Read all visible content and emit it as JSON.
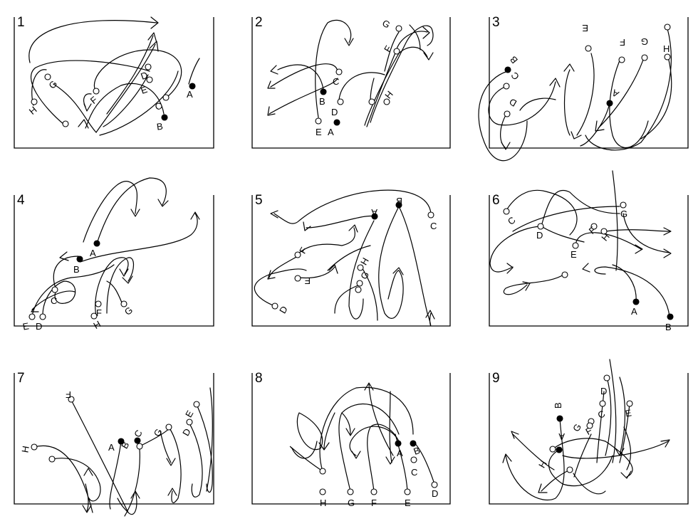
{
  "panels": [
    {
      "number": "1",
      "points": [
        {
          "label": "A",
          "filled": true
        },
        {
          "label": "B",
          "filled": true
        },
        {
          "label": "C",
          "filled": false
        },
        {
          "label": "D",
          "filled": false
        },
        {
          "label": "E",
          "filled": false
        },
        {
          "label": "F",
          "filled": false
        },
        {
          "label": "G",
          "filled": false
        },
        {
          "label": "H",
          "filled": false
        }
      ]
    },
    {
      "number": "2",
      "points": [
        {
          "label": "A",
          "filled": true
        },
        {
          "label": "B",
          "filled": true
        },
        {
          "label": "C",
          "filled": false
        },
        {
          "label": "D",
          "filled": false
        },
        {
          "label": "E",
          "filled": false
        },
        {
          "label": "F",
          "filled": false
        },
        {
          "label": "G",
          "filled": false
        },
        {
          "label": "H",
          "filled": false
        }
      ]
    },
    {
      "number": "3",
      "points": [
        {
          "label": "A",
          "filled": true
        },
        {
          "label": "B",
          "filled": true
        },
        {
          "label": "C",
          "filled": false
        },
        {
          "label": "D",
          "filled": false
        },
        {
          "label": "E",
          "filled": false
        },
        {
          "label": "F",
          "filled": false
        },
        {
          "label": "G",
          "filled": false
        },
        {
          "label": "H",
          "filled": false
        }
      ]
    },
    {
      "number": "4",
      "points": [
        {
          "label": "A",
          "filled": true
        },
        {
          "label": "B",
          "filled": true
        },
        {
          "label": "C",
          "filled": false
        },
        {
          "label": "D",
          "filled": false
        },
        {
          "label": "E",
          "filled": false
        },
        {
          "label": "F",
          "filled": false
        },
        {
          "label": "G",
          "filled": false
        },
        {
          "label": "H",
          "filled": false
        }
      ]
    },
    {
      "number": "5",
      "points": [
        {
          "label": "A",
          "filled": true
        },
        {
          "label": "B",
          "filled": true
        },
        {
          "label": "C",
          "filled": false
        },
        {
          "label": "D",
          "filled": false
        },
        {
          "label": "E",
          "filled": false
        },
        {
          "label": "F",
          "filled": false
        },
        {
          "label": "G",
          "filled": false
        },
        {
          "label": "H",
          "filled": false
        }
      ]
    },
    {
      "number": "6",
      "points": [
        {
          "label": "A",
          "filled": true
        },
        {
          "label": "B",
          "filled": true
        },
        {
          "label": "C",
          "filled": false
        },
        {
          "label": "D",
          "filled": false
        },
        {
          "label": "E",
          "filled": false
        },
        {
          "label": "F",
          "filled": false
        },
        {
          "label": "G",
          "filled": false
        },
        {
          "label": "H",
          "filled": false
        }
      ]
    },
    {
      "number": "7",
      "points": [
        {
          "label": "A",
          "filled": true
        },
        {
          "label": "B",
          "filled": true
        },
        {
          "label": "C",
          "filled": false
        },
        {
          "label": "D",
          "filled": false
        },
        {
          "label": "E",
          "filled": false
        },
        {
          "label": "F",
          "filled": false
        },
        {
          "label": "G",
          "filled": false
        },
        {
          "label": "H",
          "filled": false
        }
      ]
    },
    {
      "number": "8",
      "points": [
        {
          "label": "A",
          "filled": true
        },
        {
          "label": "B",
          "filled": true
        },
        {
          "label": "C",
          "filled": false
        },
        {
          "label": "D",
          "filled": false
        },
        {
          "label": "E",
          "filled": false
        },
        {
          "label": "F",
          "filled": false
        },
        {
          "label": "G",
          "filled": false
        },
        {
          "label": "H",
          "filled": false
        }
      ]
    },
    {
      "number": "9",
      "points": [
        {
          "label": "A",
          "filled": true
        },
        {
          "label": "B",
          "filled": true
        },
        {
          "label": "C",
          "filled": false
        },
        {
          "label": "D",
          "filled": false
        },
        {
          "label": "E",
          "filled": false
        },
        {
          "label": "F",
          "filled": false
        },
        {
          "label": "G",
          "filled": false
        },
        {
          "label": "H",
          "filled": false
        }
      ]
    }
  ]
}
